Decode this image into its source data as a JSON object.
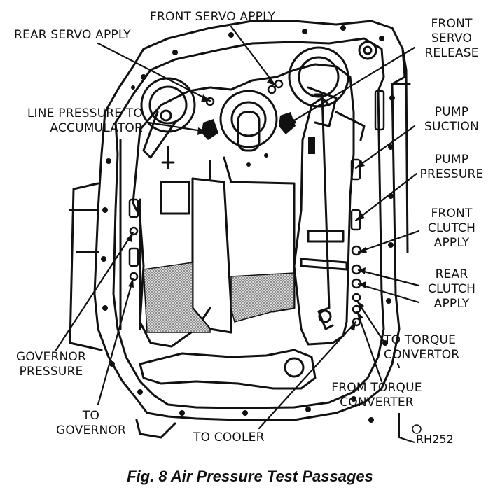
{
  "figure": {
    "caption": "Fig. 8 Air Pressure Test Passages",
    "code": "RH252"
  },
  "labels": {
    "rear_servo_apply": "REAR SERVO APPLY",
    "front_servo_apply": "FRONT SERVO APPLY",
    "front_servo_release": "FRONT\nSERVO\nRELEASE",
    "line_pressure_to_accumulator": "LINE PRESSURE TO\nACCUMULATOR",
    "pump_suction": "PUMP\nSUCTION",
    "pump_pressure": "PUMP\nPRESSURE",
    "front_clutch_apply": "FRONT\nCLUTCH\nAPPLY",
    "rear_clutch_apply": "REAR\nCLUTCH\nAPPLY",
    "to_torque_convertor": "TO TORQUE\nCONVERTOR",
    "from_torque_converter": "FROM TORQUE\nCONVERTER",
    "governor_pressure": "GOVERNOR\nPRESSURE",
    "to_governor": "TO\nGOVERNOR",
    "to_cooler": "TO COOLER"
  },
  "colors": {
    "ink": "#111111",
    "background": "#ffffff",
    "stipple": "#9a9a9a"
  }
}
